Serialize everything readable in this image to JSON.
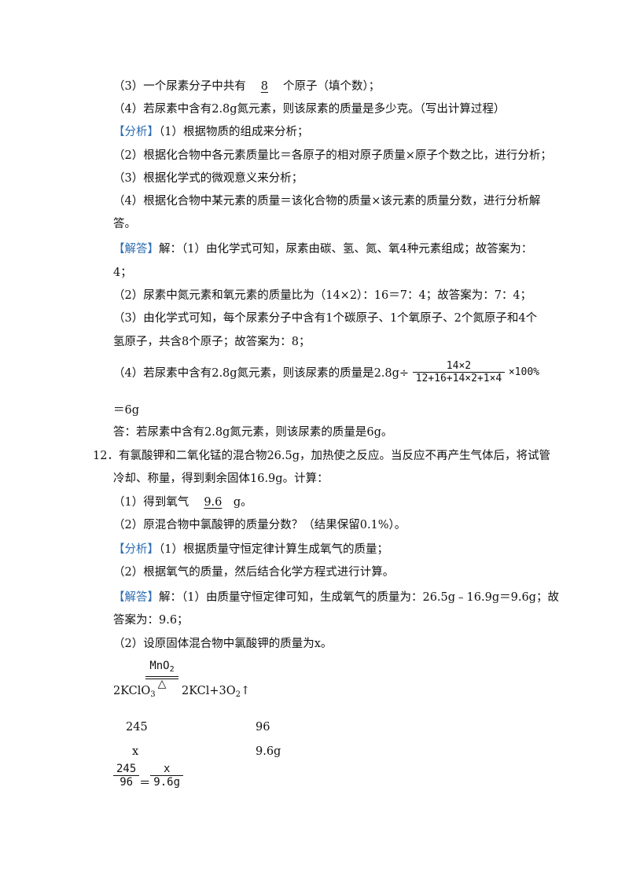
{
  "q11": {
    "p3_pre": "（3）一个尿素分子中共有",
    "p3_ans": "8",
    "p3_post": "个原子（填个数）；",
    "p4": "（4）若尿素中含有2.8g氮元素，则该尿素的质量是多少克。（写出计算过程）",
    "analysis_tag": "【分析】",
    "analysis_1": "（1）根据物质的组成来分析；",
    "analysis_2": "（2）根据化合物中各元素质量比＝各原子的相对原子质量×原子个数之比，进行分析；",
    "analysis_3": "（3）根据化学式的微观意义来分析；",
    "analysis_4a": "（4）根据化合物中某元素的质量＝该化合物的质量×该元素的质量分数，进行分析解",
    "analysis_4b": "答。",
    "answer_tag": "【解答】",
    "answer_1a": "解：（1）由化学式可知，尿素由碳、氢、氮、氧4种元素组成；故答案为：",
    "answer_1b": "4；",
    "answer_2": "（2）尿素中氮元素和氧元素的质量比为（14×2）：16＝7：4；故答案为：7：4；",
    "answer_3a": "（3）由化学式可知，每个尿素分子中含有1个碳原子、1个氧原子、2个氮原子和4个",
    "answer_3b": "氢原子，共含8个原子；故答案为：8；",
    "answer_4_pre": "（4）若尿素中含有2.8g氮元素，则该尿素的质量是2.8g÷",
    "answer_4_num": "14×2",
    "answer_4_den": "12+16+14×2+1×4",
    "answer_4_post": "×100%",
    "answer_4_result": "＝6g",
    "conclusion": "答：若尿素中含有2.8g氮元素，则该尿素的质量是6g。"
  },
  "q12": {
    "number": "12．",
    "stem_a": "有氯酸钾和二氧化锰的混合物26.5g，加热使之反应。当反应不再产生气体后，将试管",
    "stem_b": "冷却、称量，得到剩余固体16.9g。计算：",
    "p1_pre": "（1）得到氧气",
    "p1_ans": "9.6",
    "p1_post": "g。",
    "p2": "（2）原混合物中氯酸钾的质量分数？（结果保留0.1%）。",
    "analysis_tag": "【分析】",
    "analysis_1": "（1）根据质量守恒定律计算生成氧气的质量；",
    "analysis_2": "（2）根据氧气的质量，然后结合化学方程式进行计算。",
    "answer_tag": "【解答】",
    "answer_1a": "解：（1）由质量守恒定律可知，生成氧气的质量为：26.5g﹣16.9g＝9.6g；故",
    "answer_1b": "答案为：9.6；",
    "answer_2": "（2）设原固体混合物中氯酸钾的质量为x。",
    "eq_catalyst": "MnO",
    "eq_catalyst_sub": "2",
    "eq_heat": "△",
    "eq_left": "2KClO",
    "eq_left_sub": "3",
    "eq_right": "2KCl+3O",
    "eq_right_sub": "2",
    "eq_gas": "↑",
    "mass_left": "245",
    "mass_right": "96",
    "var_left": "x",
    "var_right": "9.6g",
    "prop_num_left": "245",
    "prop_den_left": "96",
    "prop_eq": "＝",
    "prop_num_right": "x",
    "prop_den_right": "9.6g"
  }
}
